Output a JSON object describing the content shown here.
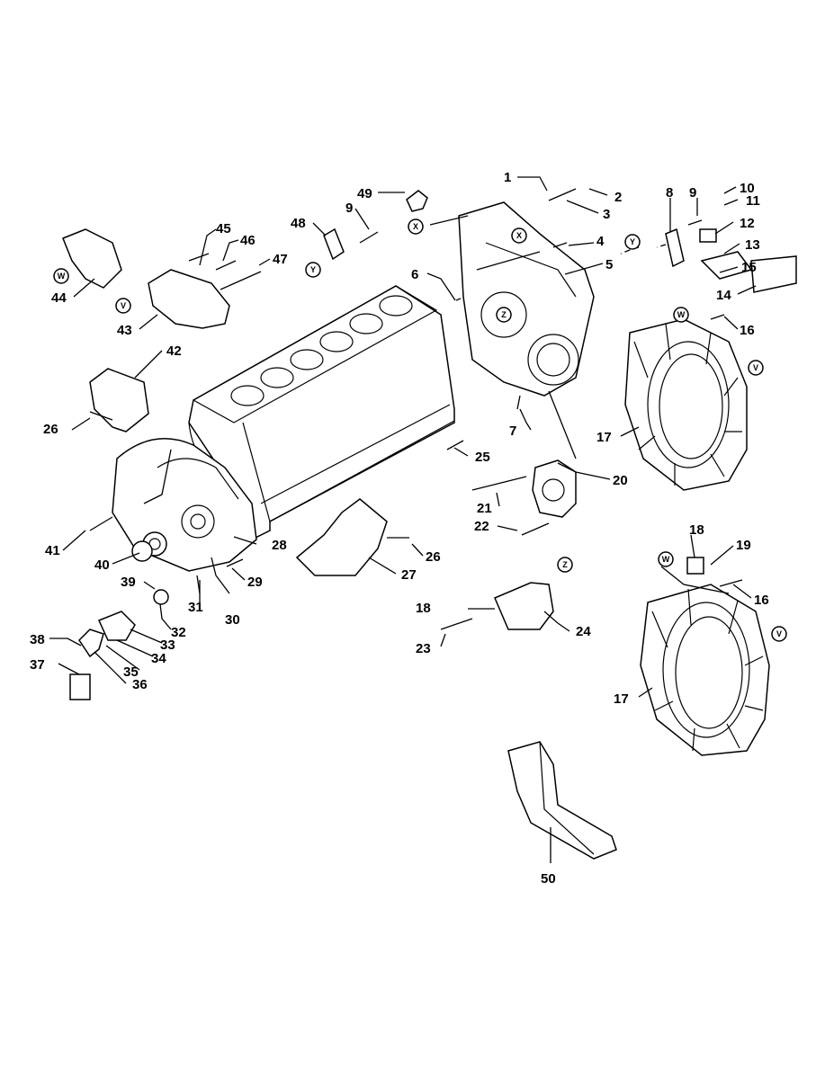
{
  "callouts": [
    {
      "id": "c1",
      "text": "1"
    },
    {
      "id": "c2",
      "text": "2"
    },
    {
      "id": "c3",
      "text": "3"
    },
    {
      "id": "c4",
      "text": "4"
    },
    {
      "id": "c5",
      "text": "5"
    },
    {
      "id": "c6",
      "text": "6"
    },
    {
      "id": "c7",
      "text": "7"
    },
    {
      "id": "c8",
      "text": "8"
    },
    {
      "id": "c9a",
      "text": "9"
    },
    {
      "id": "c9b",
      "text": "9"
    },
    {
      "id": "c10",
      "text": "10"
    },
    {
      "id": "c11",
      "text": "11"
    },
    {
      "id": "c12",
      "text": "12"
    },
    {
      "id": "c13",
      "text": "13"
    },
    {
      "id": "c14",
      "text": "14"
    },
    {
      "id": "c15",
      "text": "15"
    },
    {
      "id": "c16a",
      "text": "16"
    },
    {
      "id": "c16b",
      "text": "16"
    },
    {
      "id": "c17a",
      "text": "17"
    },
    {
      "id": "c17b",
      "text": "17"
    },
    {
      "id": "c18a",
      "text": "18"
    },
    {
      "id": "c18b",
      "text": "18"
    },
    {
      "id": "c19",
      "text": "19"
    },
    {
      "id": "c20",
      "text": "20"
    },
    {
      "id": "c21",
      "text": "21"
    },
    {
      "id": "c22",
      "text": "22"
    },
    {
      "id": "c23",
      "text": "23"
    },
    {
      "id": "c24",
      "text": "24"
    },
    {
      "id": "c25",
      "text": "25"
    },
    {
      "id": "c26a",
      "text": "26"
    },
    {
      "id": "c26b",
      "text": "26"
    },
    {
      "id": "c27",
      "text": "27"
    },
    {
      "id": "c28",
      "text": "28"
    },
    {
      "id": "c29",
      "text": "29"
    },
    {
      "id": "c30",
      "text": "30"
    },
    {
      "id": "c31",
      "text": "31"
    },
    {
      "id": "c32",
      "text": "32"
    },
    {
      "id": "c33",
      "text": "33"
    },
    {
      "id": "c34",
      "text": "34"
    },
    {
      "id": "c35",
      "text": "35"
    },
    {
      "id": "c36",
      "text": "36"
    },
    {
      "id": "c37",
      "text": "37"
    },
    {
      "id": "c38",
      "text": "38"
    },
    {
      "id": "c39",
      "text": "39"
    },
    {
      "id": "c40",
      "text": "40"
    },
    {
      "id": "c41",
      "text": "41"
    },
    {
      "id": "c42",
      "text": "42"
    },
    {
      "id": "c43",
      "text": "43"
    },
    {
      "id": "c44",
      "text": "44"
    },
    {
      "id": "c45",
      "text": "45"
    },
    {
      "id": "c46",
      "text": "46"
    },
    {
      "id": "c47",
      "text": "47"
    },
    {
      "id": "c48",
      "text": "48"
    },
    {
      "id": "c49",
      "text": "49"
    },
    {
      "id": "c50",
      "text": "50"
    }
  ],
  "ref_markers": [
    {
      "id": "rW1",
      "text": "W"
    },
    {
      "id": "rV1",
      "text": "V"
    },
    {
      "id": "rY1",
      "text": "Y"
    },
    {
      "id": "rX1",
      "text": "X"
    },
    {
      "id": "rX2",
      "text": "X"
    },
    {
      "id": "rY2",
      "text": "Y"
    },
    {
      "id": "rZ1",
      "text": "Z"
    },
    {
      "id": "rW2",
      "text": "W"
    },
    {
      "id": "rV2",
      "text": "V"
    },
    {
      "id": "rW3",
      "text": "W"
    },
    {
      "id": "rV3",
      "text": "V"
    },
    {
      "id": "rZ2",
      "text": "Z"
    }
  ],
  "colors": {
    "ink": "#000000",
    "paper": "#ffffff"
  }
}
